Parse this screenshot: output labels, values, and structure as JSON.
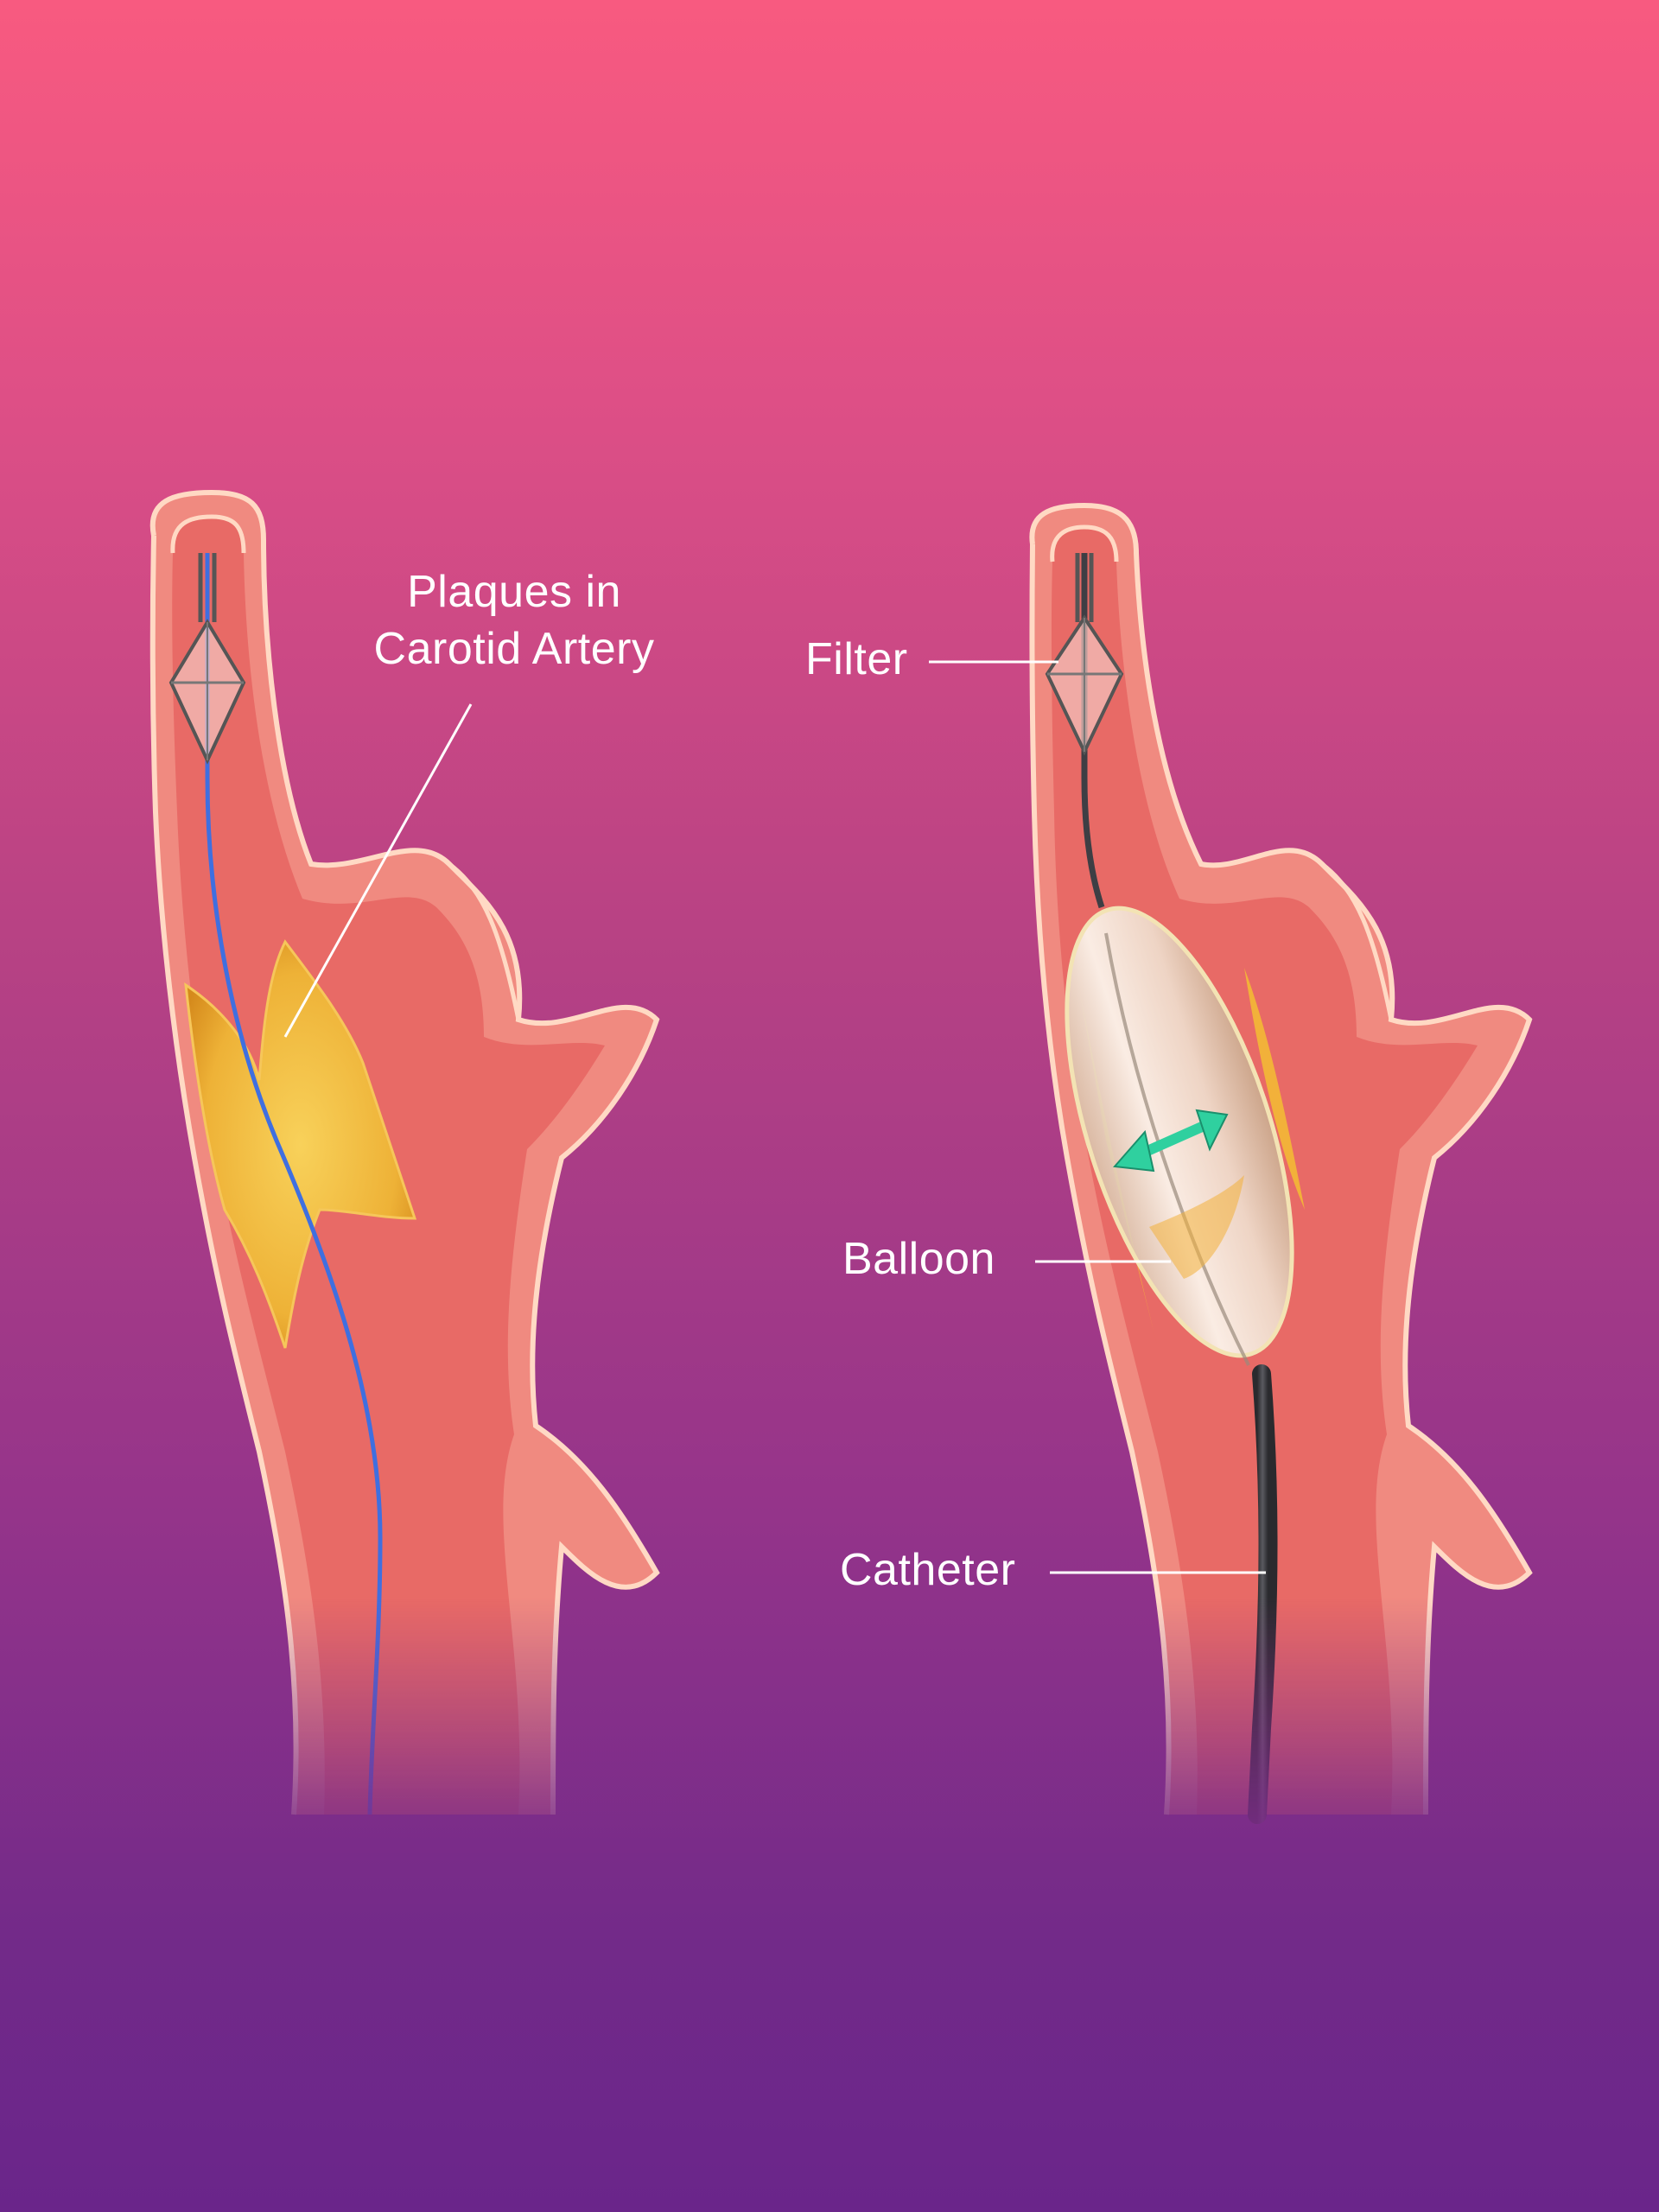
{
  "diagram": {
    "left_panel": {
      "labels": {
        "plaques_line1": "Plaques in",
        "plaques_line2": "Carotid Artery"
      }
    },
    "right_panel": {
      "labels": {
        "filter": "Filter",
        "balloon": "Balloon",
        "catheter": "Catheter"
      }
    }
  },
  "colors": {
    "background_top": "#f85a80",
    "background_bottom": "#6a258a",
    "artery_wall": "#f08a80",
    "artery_lumen": "#e8605d",
    "artery_outline": "#ffd9c4",
    "plaque": "#f2b13a",
    "guidewire": "#3f6fe0",
    "catheter": "#3e3e44",
    "balloon": "#f2e6d9",
    "arrow": "#2fd09f",
    "leader_line": "#ffffff"
  }
}
